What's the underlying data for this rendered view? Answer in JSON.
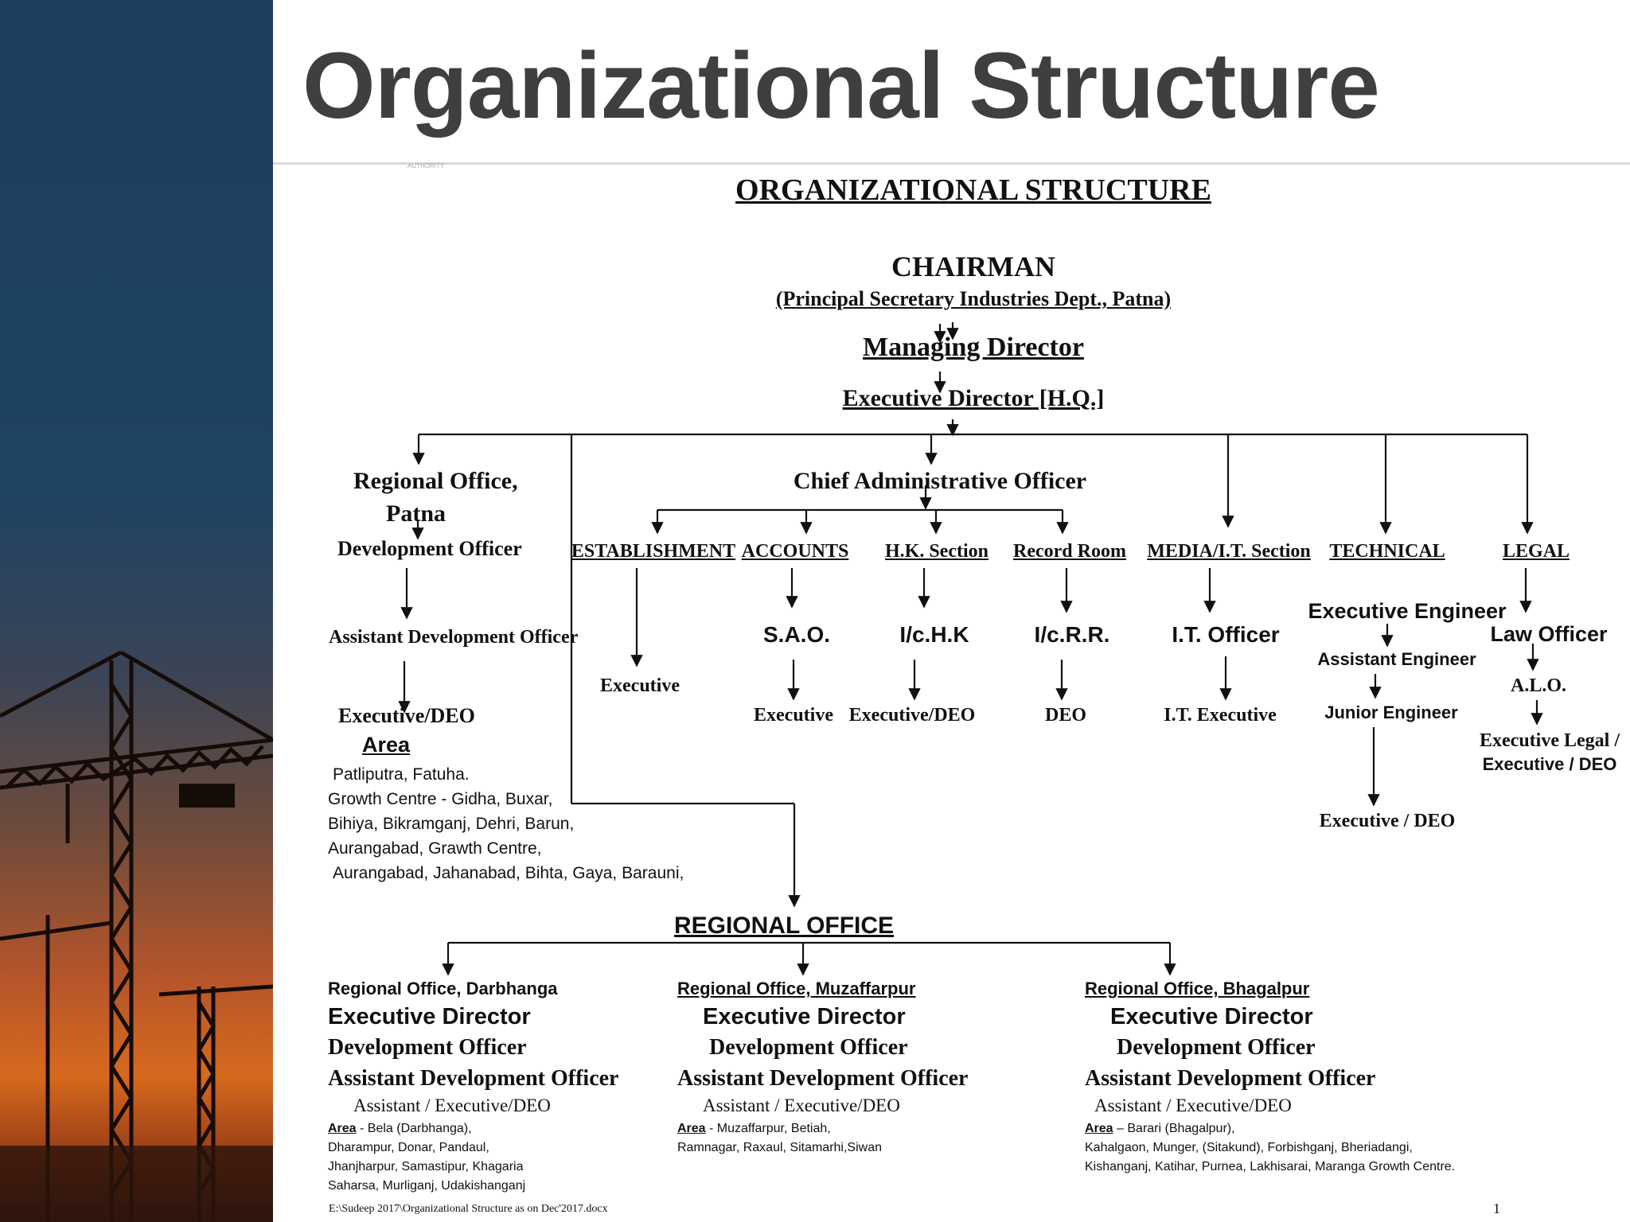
{
  "slide": {
    "title": "Organizational Structure"
  },
  "document": {
    "small_mark": "AUTHORITY",
    "heading": "ORGANIZATIONAL STRUCTURE",
    "chairman": {
      "title": "CHAIRMAN",
      "subtitle": "(Principal Secretary Industries Dept., Patna)"
    },
    "managing_director": "Managing Director",
    "executive_director_hq": "Executive Director [H.Q.]",
    "regional_office_patna": {
      "title_line1": "Regional Office,",
      "title_line2": "Patna",
      "roles": [
        "Development Officer",
        "Assistant Development Officer",
        "Executive/DEO"
      ],
      "area_label": "Area",
      "area_lines": [
        "Patliputra, Fatuha.",
        "Growth Centre - Gidha, Buxar,",
        "Bihiya, Bikramganj,  Dehri, Barun,",
        "Aurangabad, Grawth Centre,",
        "Aurangabad, Jahanabad, Bihta, Gaya, Barauni,"
      ]
    },
    "chief_administrative_officer": "Chief Administrative Officer",
    "sections": [
      {
        "name": "ESTABLISHMENT",
        "roles": [
          "Executive"
        ]
      },
      {
        "name": "ACCOUNTS",
        "roles": [
          "S.A.O.",
          "Executive"
        ]
      },
      {
        "name": "H.K. Section",
        "roles": [
          "I/c.H.K",
          "Executive/DEO"
        ]
      },
      {
        "name": "Record Room",
        "roles": [
          "I/c.R.R.",
          "DEO"
        ]
      },
      {
        "name": "MEDIA/I.T. Section",
        "roles": [
          "I.T. Officer",
          "I.T. Executive"
        ]
      },
      {
        "name": "TECHNICAL",
        "roles": [
          "Executive Engineer",
          "Assistant  Engineer",
          "Junior Engineer",
          "Executive / DEO"
        ]
      },
      {
        "name": "LEGAL",
        "roles": [
          "Law Officer",
          "A.L.O.",
          "Executive Legal /",
          "Executive / DEO"
        ]
      }
    ],
    "regional_office_heading": "REGIONAL OFFICE",
    "regional_offices": [
      {
        "name": "Regional Office, Darbhanga",
        "roles": [
          "Executive Director",
          "Development Officer",
          "Assistant Development Officer",
          "Assistant / Executive/DEO"
        ],
        "area_label": "Area",
        "area_lines": [
          "- Bela (Darbhanga),",
          "Dharampur, Donar, Pandaul,",
          "Jhanjharpur, Samastipur, Khagaria",
          "Saharsa, Murliganj, Udakishanganj"
        ]
      },
      {
        "name": "Regional Office, Muzaffarpur",
        "roles": [
          "Executive Director",
          "Development Officer",
          "Assistant Development Officer",
          "Assistant / Executive/DEO"
        ],
        "area_label": "Area",
        "area_lines": [
          "- Muzaffarpur, Betiah,",
          "Ramnagar, Raxaul,  Sitamarhi,Siwan"
        ]
      },
      {
        "name": "Regional Office, Bhagalpur",
        "roles": [
          "Executive Director",
          "Development Officer",
          "Assistant Development Officer",
          "Assistant / Executive/DEO"
        ],
        "area_label": "Area",
        "area_lines": [
          "– Barari (Bhagalpur),",
          "Kahalgaon, Munger, (Sitakund), Forbishganj, Bheriadangi,",
          "Kishanganj, Katihar, Purnea, Lakhisarai, Maranga Growth Centre."
        ]
      }
    ],
    "footer_path": "E:\\Sudeep 2017\\Organizational Structure as on Dec'2017.docx",
    "page_number": "1"
  },
  "colors": {
    "sidebar_top": "#1d3f5f",
    "sidebar_sunset": "#d7691e",
    "title": "#3f3f3f"
  }
}
